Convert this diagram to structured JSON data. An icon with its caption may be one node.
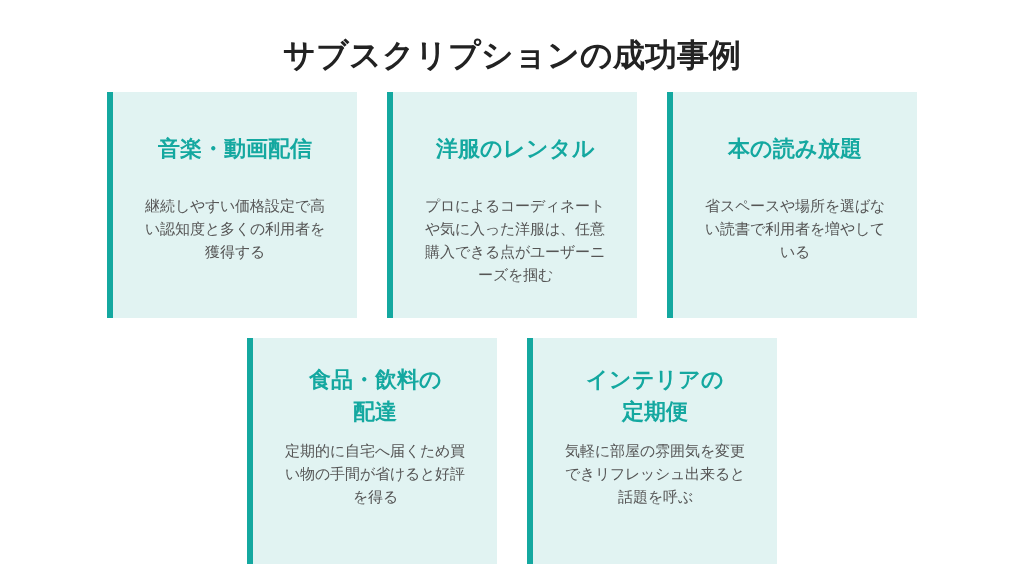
{
  "diagram": {
    "title": "サブスクリプションの成功事例",
    "nodes": [
      {
        "text": [
          "音楽・動画配信",
          "継続しやすい価格設定で高い認知度と多くの利用者を獲得する"
        ]
      },
      {
        "text": [
          "洋服のレンタル",
          "プロによるコーディネートや気に入った洋服は、任意購入できる点がユーザーニーズを掴む"
        ]
      },
      {
        "text": [
          "本の読み放題",
          "省スペースや場所を選ばない読書で利用者を増やしている"
        ]
      },
      {
        "text": [
          "食品・飲料の配達",
          "定期的に自宅へ届くため買い物の手間が省けると好評を得る"
        ]
      },
      {
        "text": [
          "インテリアの定期便",
          "気軽に部屋の雰囲気を変更できリフレッシュ出来ると話題を呼ぶ"
        ]
      }
    ]
  }
}
